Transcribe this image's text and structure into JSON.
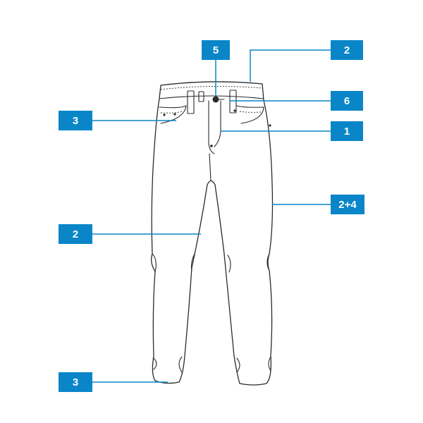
{
  "diagram": {
    "accent_color": "#0a86c8",
    "outline_color": "#2b2b2b",
    "callouts": {
      "button": "5",
      "waistband": "2",
      "back_pocket_area": "6",
      "front_pocket": "3",
      "fly": "1",
      "outer_leg": "2+4",
      "inner_leg": "2",
      "hem": "3"
    }
  }
}
